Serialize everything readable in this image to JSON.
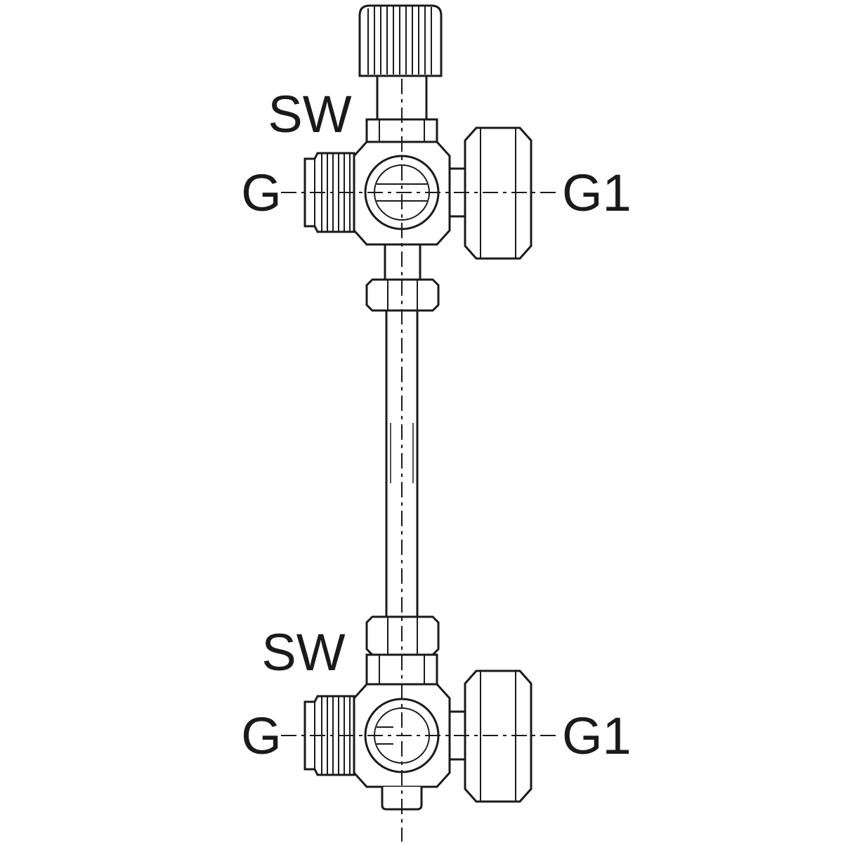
{
  "diagram": {
    "type": "technical-drawing",
    "line_color": "#1a1a1a",
    "background_color": "#ffffff",
    "labels": {
      "top": {
        "sw": "SW",
        "g": "G",
        "g1": "G1"
      },
      "bottom": {
        "sw": "SW",
        "g": "G",
        "g1": "G1"
      }
    }
  }
}
